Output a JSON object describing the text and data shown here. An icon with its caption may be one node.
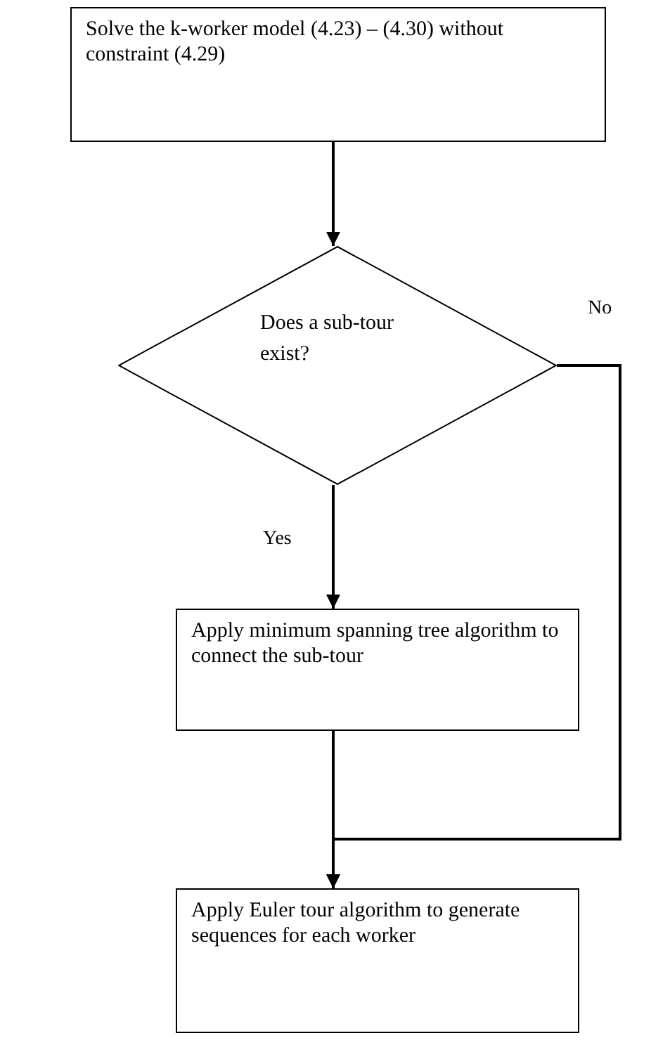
{
  "diagram": {
    "nodes": [
      {
        "text": [
          "Solve the k-worker model (4.23) – (4.30) without constraint (4.29)"
        ]
      },
      {
        "text": [
          "Does a sub-tour exist?"
        ]
      },
      {
        "text": [
          "Apply minimum spanning tree algorithm to connect the sub-tour"
        ]
      },
      {
        "text": [
          "Apply Euler tour algorithm to generate sequences for each worker"
        ]
      }
    ],
    "edges": [
      {
        "from": 0,
        "to": 1,
        "arrow": "to"
      },
      {
        "from": 1,
        "to": 2,
        "arrow": "to",
        "label": "Yes"
      },
      {
        "from": 1,
        "to": 3,
        "arrow": "to",
        "label": "No"
      },
      {
        "from": 2,
        "to": 3,
        "arrow": "to"
      }
    ]
  }
}
